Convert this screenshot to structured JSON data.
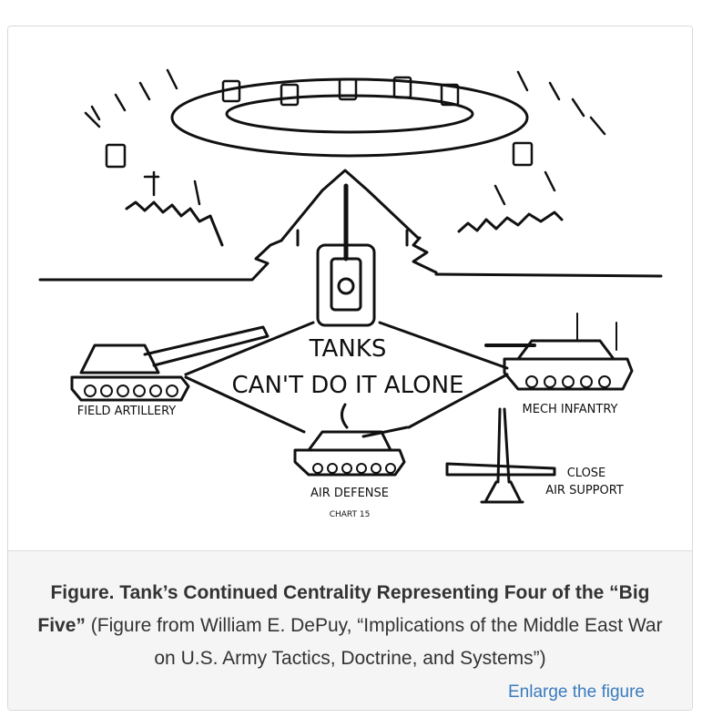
{
  "figure": {
    "labels": {
      "tanks": "TANKS",
      "cant": "CAN'T DO IT ALONE",
      "field_artillery": "FIELD ARTILLERY",
      "mech_infantry": "MECH INFANTRY",
      "air_defense": "AIR DEFENSE",
      "chart": "CHART 15",
      "close": "CLOSE",
      "air_support": "AIR SUPPORT"
    }
  },
  "caption": {
    "title": "Figure. Tank’s Continued Centrality Representing Four of the “Big Five”",
    "body": " (Figure from William E. DePuy, “Implications of the Middle East War on U.S. Army Tactics, Doctrine, and Systems”)"
  },
  "enlarge_link": "Enlarge the figure",
  "colors": {
    "link": "#3a7bbf",
    "caption_bg": "#f5f5f5",
    "text": "#333333"
  }
}
